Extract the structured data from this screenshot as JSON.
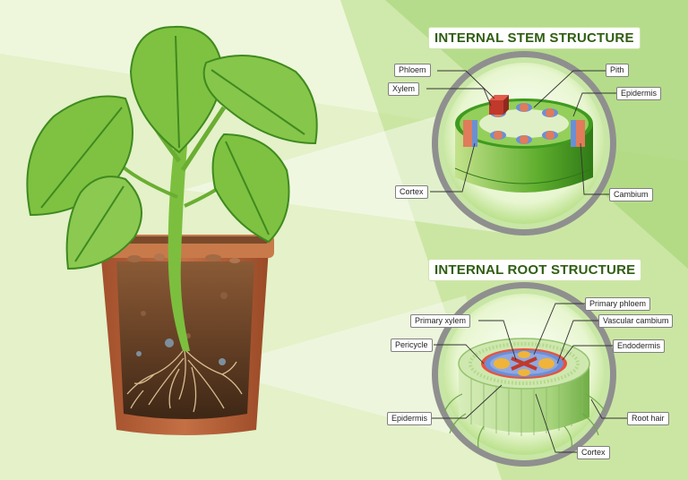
{
  "stem": {
    "title": "INTERNAL STEM STRUCTURE",
    "labels": {
      "phloem": "Phloem",
      "xylem": "Xylem",
      "pith": "Pith",
      "epidermis": "Epidermis",
      "cortex": "Cortex",
      "cambium": "Cambium"
    }
  },
  "root": {
    "title": "INTERNAL ROOT STRUCTURE",
    "labels": {
      "primary_phloem": "Primary phloem",
      "primary_xylem": "Primary xylem",
      "vascular_cambium": "Vascular cambium",
      "pericycle": "Pericycle",
      "endodermis": "Endodermis",
      "epidermis": "Epidermis",
      "root_hair": "Root hair",
      "cortex": "Cortex"
    }
  },
  "colors": {
    "background": "#e4f1c9",
    "leaf": "#7fc241",
    "leaf_dark": "#3f8a1f",
    "pot": "#b4623a",
    "soil": "#5a3a22",
    "lens_ring": "#8a8a8a",
    "phloem": "#e07b5b",
    "xylem": "#6b8fd6",
    "title_text": "#2f5e12"
  }
}
